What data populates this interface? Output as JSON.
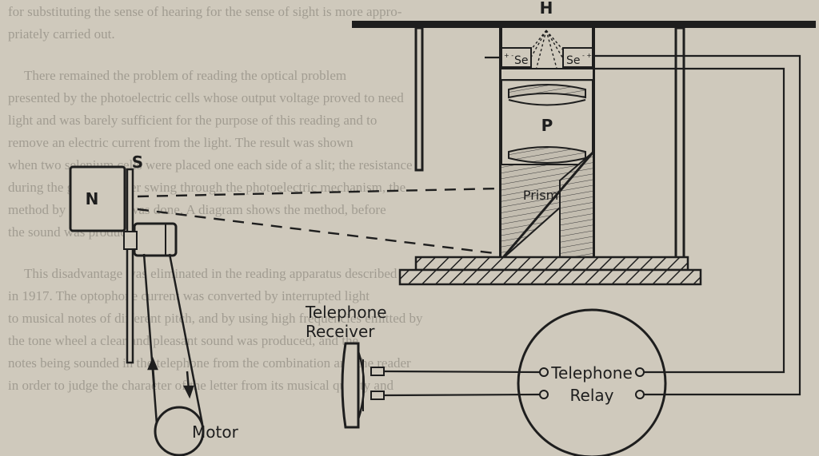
{
  "background_text": [
    "for substituting the sense of hearing for the sense of sight is more appro-",
    "priately carried out.",
    "There remained the problem of reading the optical problem",
    "presented by the photoelectric cells whose output voltage proved to need",
    "light and was barely sufficient for the purpose of this reading and to",
    "remove an electric current from the light. The result was shown",
    "when two selenium cells were placed one each side of a slit; the resistance",
    "during the galvanometer swing through the photoelectric mechanism, the",
    "method by which this was done. A diagram shows the method, before",
    "the sound was produced.",
    "This disadvantage was eliminated in the reading apparatus described",
    "in 1917. The optophone current was converted by interrupted light",
    "to musical notes of different pitch, and by using high frequencies emitted by",
    "the tone wheel a clear and pleasant sound was produced, and the",
    "notes being sounded in the telephone from the combination and the reader",
    "in order to judge the character of the letter from its musical quality and"
  ],
  "labels": {
    "H": "H",
    "Se_left": "Se",
    "Se_right": "Se",
    "P": "P",
    "prism": "Prism",
    "S": "S",
    "N": "N",
    "telephone_receiver_line1": "Telephone",
    "telephone_receiver_line2": "Receiver",
    "relay_line1": "Telephone",
    "relay_line2": "Relay",
    "motor": "Motor"
  },
  "colors": {
    "paper": "#cfc9bc",
    "ink": "#1e1e1e"
  }
}
